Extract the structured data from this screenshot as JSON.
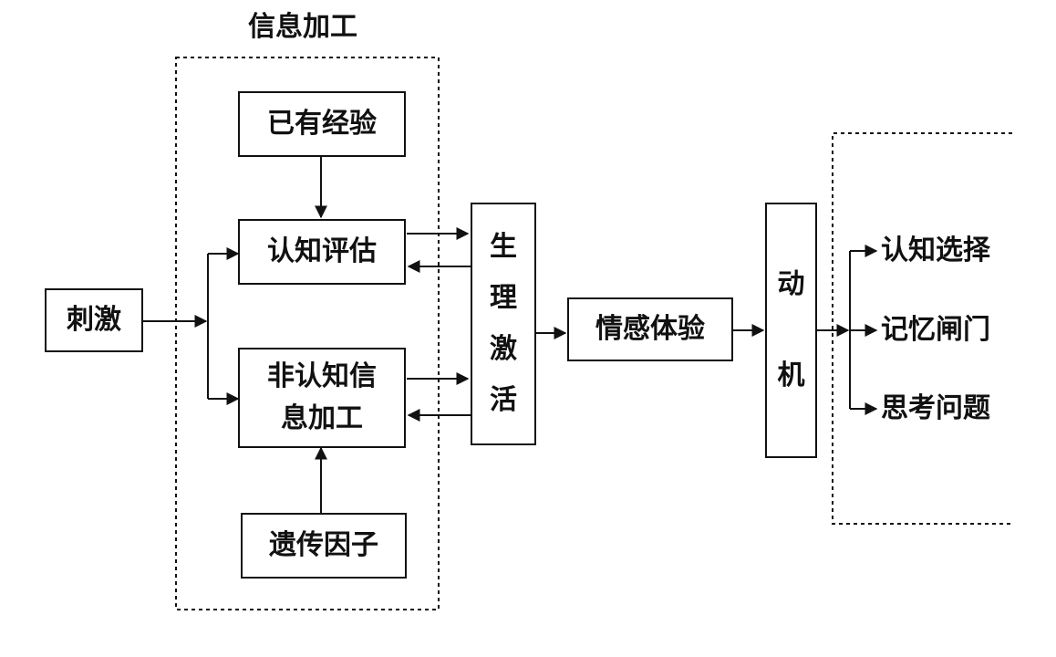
{
  "diagram": {
    "title": "信息加工",
    "nodes": {
      "stimulus": "刺激",
      "prior_experience": "已有经验",
      "cognitive_appraisal": "认知评估",
      "non_cognitive_line1": "非认知信",
      "non_cognitive_line2": "息加工",
      "genetic_factors": "遗传因子",
      "physio_1": "生",
      "physio_2": "理",
      "physio_3": "激",
      "physio_4": "活",
      "emotional_experience": "情感体验",
      "motive_1": "动",
      "motive_2": "机"
    },
    "outputs": {
      "cognitive_selection": "认知选择",
      "memory_gate": "记忆闸门",
      "thinking_problems": "思考问题"
    },
    "colors": {
      "line": "#111111",
      "background": "#ffffff"
    }
  }
}
